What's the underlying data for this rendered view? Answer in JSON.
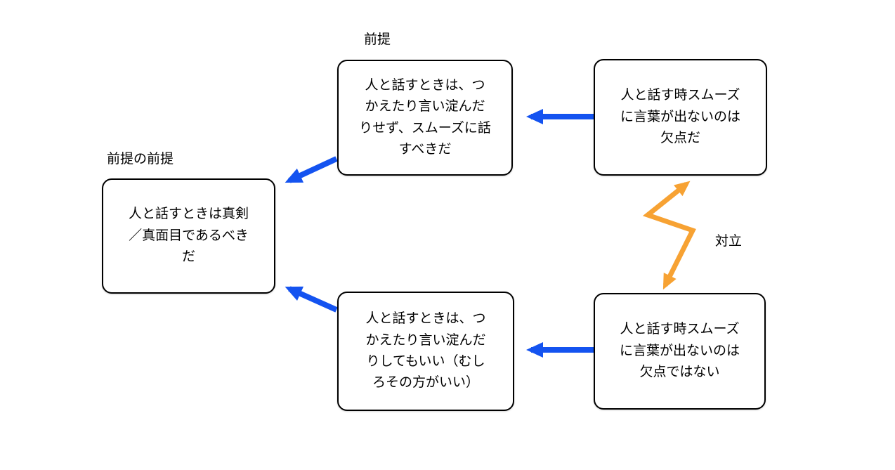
{
  "diagram": {
    "labels": {
      "premise": "前提",
      "premise_of_premise": "前提の前提",
      "conflict": "対立"
    },
    "nodes": {
      "premise_top": "人と話すときは、つ\nかえたり言い淀んだ\nりせず、スムーズに話\nすべきだ",
      "claim_negative": "人と話す時スムーズ\nに言葉が出ないのは\n欠点だ",
      "root_premise": "人と話すときは真剣\n／真面目であるべき\nだ",
      "premise_bottom": "人と話すときは、つ\nかえたり言い淀んだ\nりしてもいい（むし\nろその方がいい）",
      "claim_positive": "人と話す時スムーズ\nに言葉が出ないのは\n欠点ではない"
    },
    "colors": {
      "arrow_blue": "#1453f0",
      "arrow_orange": "#f7a233",
      "box_border": "#000000",
      "box_background": "#ffffff",
      "text": "#000000"
    }
  }
}
